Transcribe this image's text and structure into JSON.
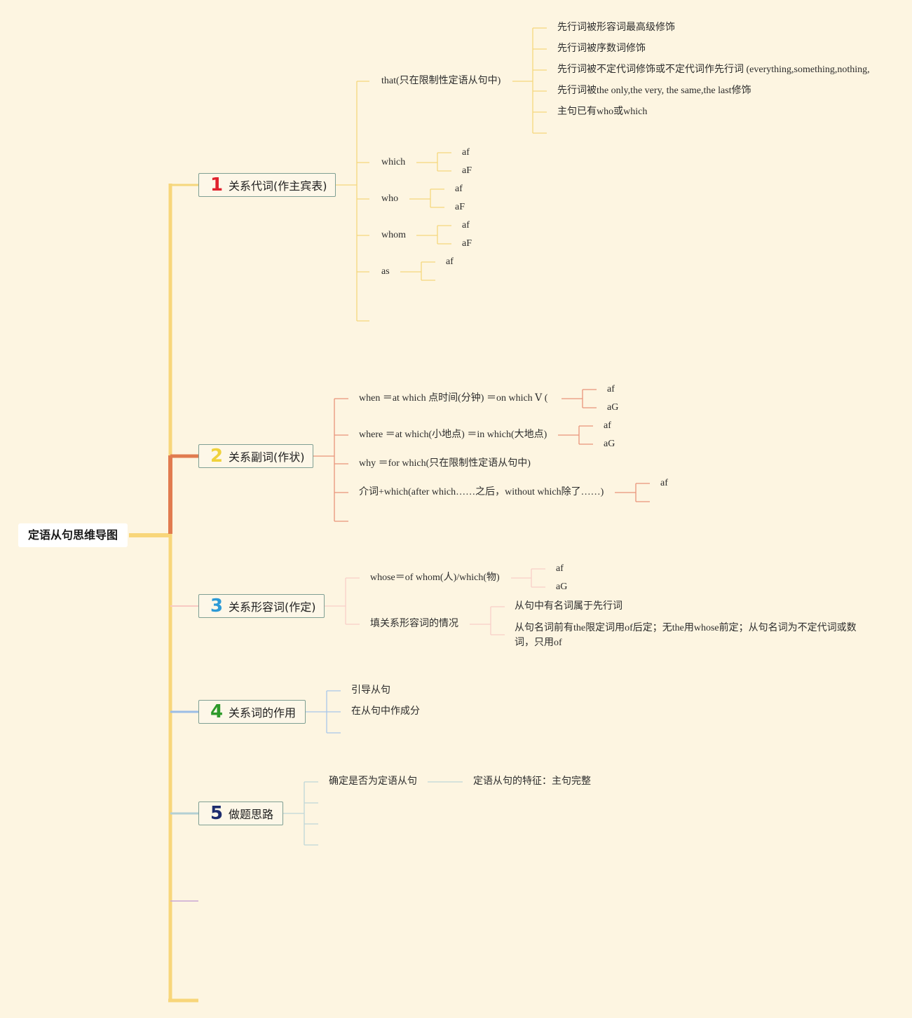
{
  "root": "定语从句思维导图",
  "colors": {
    "background": "#fdf5e1",
    "trunk": "#f8d67a",
    "branch1": "#f5d77c",
    "branch2": "#e17b4f",
    "branch3": "#f8c9c2",
    "branch4": "#9bbde6",
    "branch5": "#b3d0d4",
    "branch6": "#c9a6d6",
    "num1": "#e0232e",
    "num2": "#f0d23c",
    "num3": "#2d9ad6",
    "num4": "#2e9a2a",
    "num5": "#1d2c6e"
  },
  "branches": [
    {
      "num": "1",
      "label": "关系代词(作主宾表)"
    },
    {
      "num": "2",
      "label": "关系副词(作状)"
    },
    {
      "num": "3",
      "label": "关系形容词(作定)"
    },
    {
      "num": "4",
      "label": "关系词的作用"
    },
    {
      "num": "5",
      "label": "做题思路"
    }
  ],
  "b1": {
    "that": "that(只在限制性定语从句中)",
    "that_items": [
      "先行词被形容词最高级修饰",
      "先行词被序数词修饰",
      "先行词被不定代词修饰或不定代词作先行词 (everything,something,nothing,",
      "先行词被the only,the very, the same,the last修饰",
      "主句已有who或which"
    ],
    "which": "which",
    "which_items": [
      "af",
      "aF"
    ],
    "who": "who",
    "who_items": [
      "af",
      "aF"
    ],
    "whom": "whom",
    "whom_items": [
      "af",
      "aF"
    ],
    "as": "as",
    "as_items": [
      "af"
    ]
  },
  "b2": {
    "when": "when ＝at which 点时间(分钟) ＝on which Ⅴ (",
    "when_items": [
      "af",
      "aG"
    ],
    "where": "where ＝at which(小地点) ＝in which(大地点)",
    "where_items": [
      "af",
      "aG"
    ],
    "why": "why ＝for which(只在限制性定语从句中)",
    "prep": "介词+which(after which……之后，without which除了……)",
    "prep_items": [
      "af"
    ]
  },
  "b3": {
    "whose": "whose＝of whom(人)/which(物)",
    "whose_items": [
      "af",
      "aG"
    ],
    "fill": "填关系形容词的情况",
    "fill_items": [
      "从句中有名词属于先行词",
      "从句名词前有the限定词用of后定；无the用whose前定；从句名词为不定代词或数词，只用of"
    ]
  },
  "b4": {
    "items": [
      "引导从句",
      "在从句中作成分"
    ]
  },
  "b5": {
    "item": "确定是否为定语从句",
    "sub": "定语从句的特征：主句完整"
  }
}
